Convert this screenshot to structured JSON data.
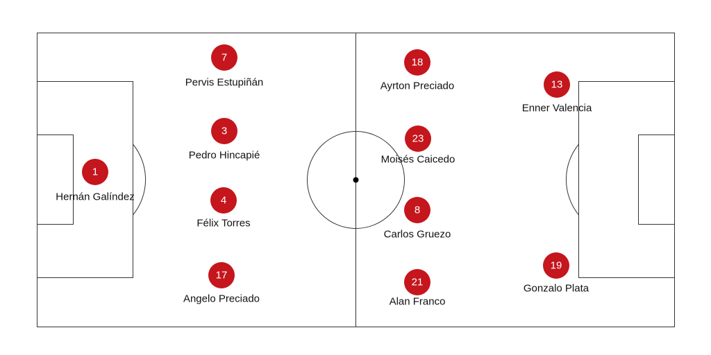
{
  "team_color": "#c4161c",
  "players": [
    {
      "number": "1",
      "name": "Hernán Galíndez"
    },
    {
      "number": "7",
      "name": "Pervis Estupiñán"
    },
    {
      "number": "3",
      "name": "Pedro Hincapié"
    },
    {
      "number": "4",
      "name": "Félix Torres"
    },
    {
      "number": "17",
      "name": "Angelo Preciado"
    },
    {
      "number": "18",
      "name": "Ayrton Preciado"
    },
    {
      "number": "23",
      "name": "Moisés Caicedo"
    },
    {
      "number": "8",
      "name": "Carlos Gruezo"
    },
    {
      "number": "21",
      "name": "Alan Franco"
    },
    {
      "number": "13",
      "name": "Enner Valencia"
    },
    {
      "number": "19",
      "name": "Gonzalo Plata"
    }
  ]
}
